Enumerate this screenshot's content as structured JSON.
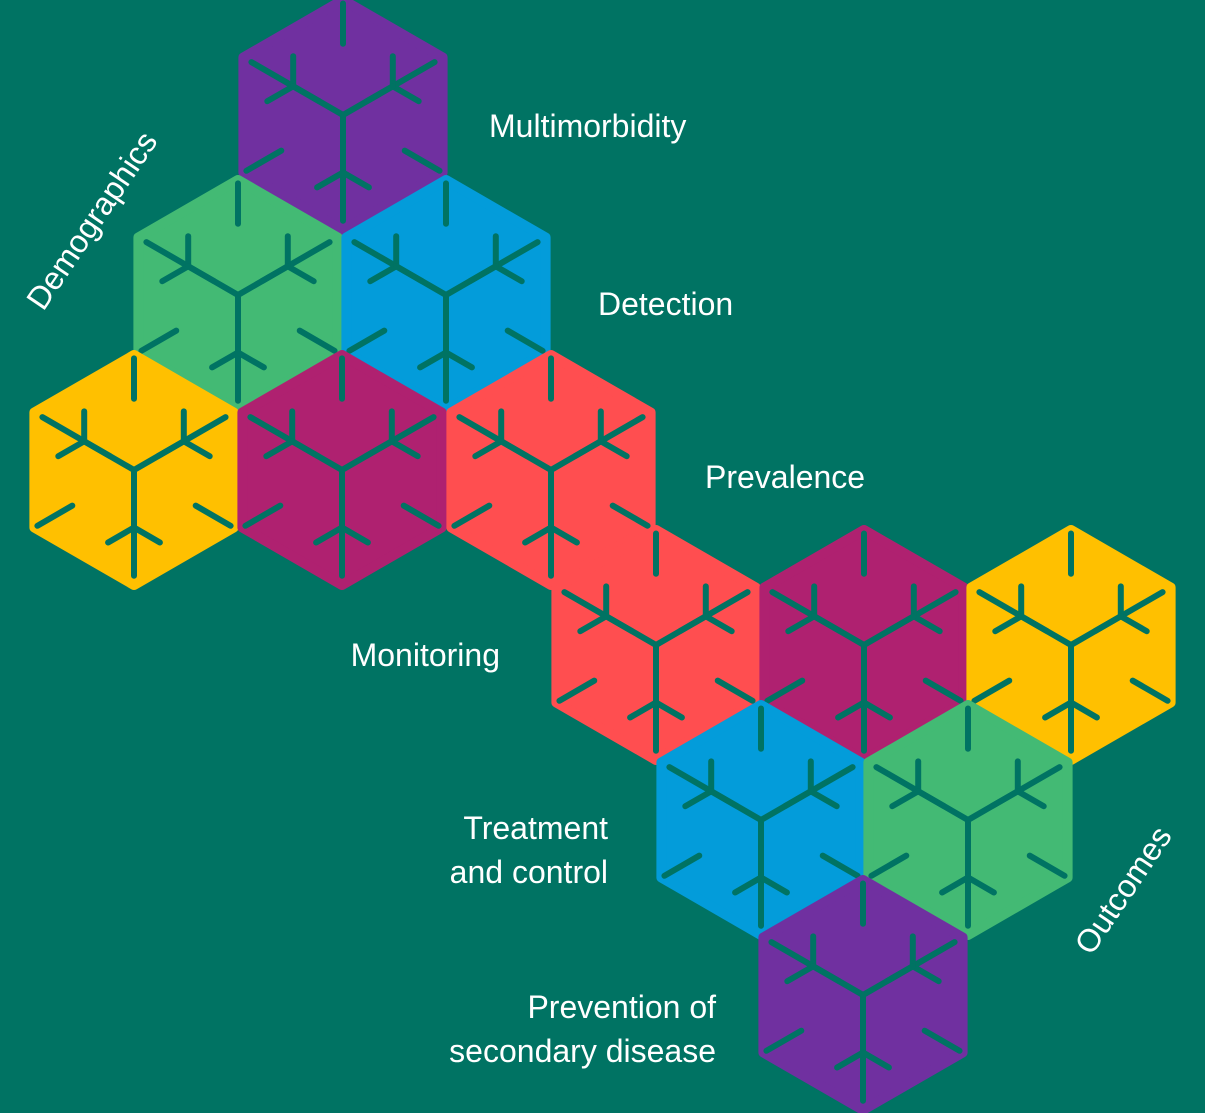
{
  "background_color": "#007363",
  "labels": {
    "multimorbidity": "Multimorbidity",
    "detection": "Detection",
    "prevalence": "Prevalence",
    "monitoring": "Monitoring",
    "treatment_line1": "Treatment",
    "treatment_line2": "and control",
    "prevention_line1": "Prevention of",
    "prevention_line2": "secondary disease",
    "demographics": "Demographics",
    "outcomes": "Outcomes"
  },
  "hexagons": [
    {
      "id": "hex-purple-top",
      "color": "#7030A0"
    },
    {
      "id": "hex-green-upper",
      "color": "#43BA74"
    },
    {
      "id": "hex-blue-upper",
      "color": "#039CDA"
    },
    {
      "id": "hex-yellow-left",
      "color": "#FFC000"
    },
    {
      "id": "hex-magenta-left",
      "color": "#AF2170"
    },
    {
      "id": "hex-red-upper",
      "color": "#FF4E50"
    },
    {
      "id": "hex-red-lower",
      "color": "#FF4E50"
    },
    {
      "id": "hex-magenta-right",
      "color": "#AF2170"
    },
    {
      "id": "hex-yellow-right",
      "color": "#FFC000"
    },
    {
      "id": "hex-blue-lower",
      "color": "#039CDA"
    },
    {
      "id": "hex-green-lower",
      "color": "#43BA74"
    },
    {
      "id": "hex-purple-bottom",
      "color": "#7030A0"
    }
  ]
}
